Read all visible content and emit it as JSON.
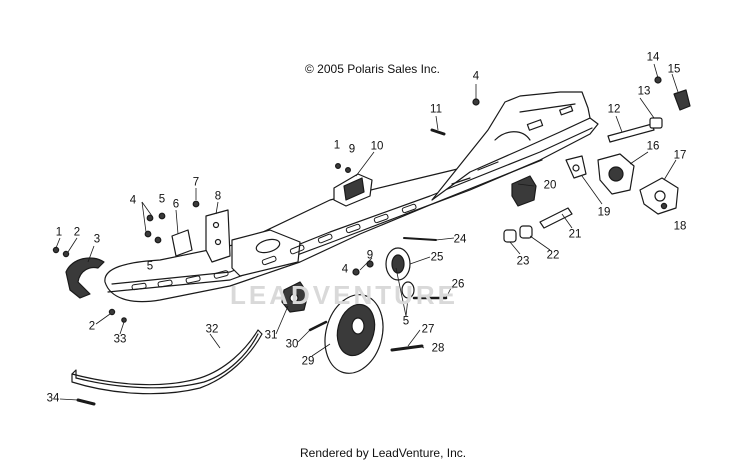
{
  "copyright": "© 2005 Polaris Sales Inc.",
  "footer": "Rendered by LeadVenture, Inc.",
  "watermark": "LEADVENTURE",
  "callouts": [
    "1",
    "2",
    "3",
    "4",
    "5",
    "6",
    "7",
    "8",
    "9",
    "10",
    "11",
    "12",
    "13",
    "14",
    "15",
    "16",
    "17",
    "18",
    "19",
    "20",
    "21",
    "22",
    "23",
    "24",
    "25",
    "26",
    "27",
    "28",
    "29",
    "30",
    "31",
    "32",
    "33",
    "34"
  ],
  "colors": {
    "line": "#1a1a1a",
    "fill": "#ffffff",
    "shade": "#3a3a3a",
    "watermark": "#d9d9d9"
  }
}
